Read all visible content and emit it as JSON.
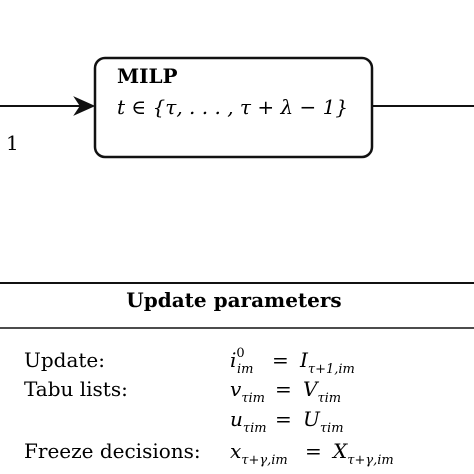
{
  "milp_box": {
    "title": "MILP",
    "time_set": "t ∈ {τ, . . . , τ + λ − 1}"
  },
  "incoming_edge": {
    "label": "1"
  },
  "update_panel": {
    "title": "Update parameters",
    "rows": [
      {
        "label": "Update:",
        "lhs": "i",
        "lhs_sup": "0",
        "lhs_sub": "im",
        "rhs": "I",
        "rhs_sub": "τ+1,im"
      },
      {
        "label": "Tabu lists:",
        "lhs": "v",
        "lhs_sup": "",
        "lhs_sub": "τim",
        "rhs": "V",
        "rhs_sub": "τim"
      },
      {
        "label": "",
        "lhs": "u",
        "lhs_sup": "",
        "lhs_sub": "τim",
        "rhs": "U",
        "rhs_sub": "τim"
      },
      {
        "label": "Freeze decisions:",
        "lhs": "x",
        "lhs_sup": "",
        "lhs_sub": "τ+γ,im",
        "rhs": "X",
        "rhs_sub": "τ+γ,im"
      }
    ]
  },
  "colors": {
    "stroke": "#111111",
    "background": "#ffffff"
  }
}
